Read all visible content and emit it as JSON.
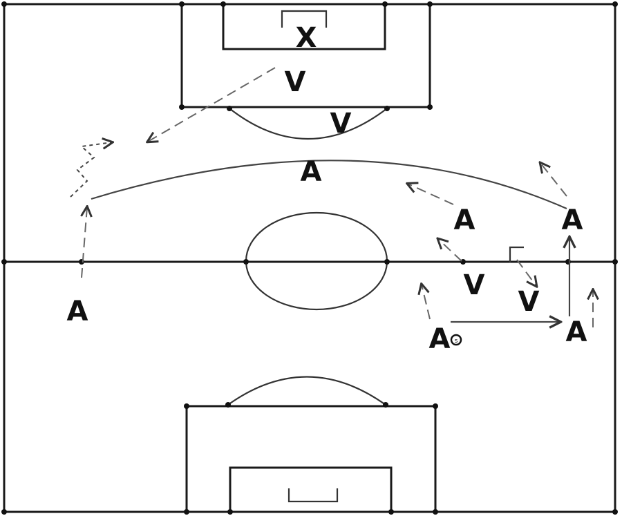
{
  "players": {
    "attackers": [
      "A",
      "A",
      "A",
      "A",
      "A",
      "A"
    ],
    "defenders": [
      "V",
      "V",
      "V",
      "V"
    ],
    "goalkeeper": "X"
  },
  "ball_label": "s"
}
